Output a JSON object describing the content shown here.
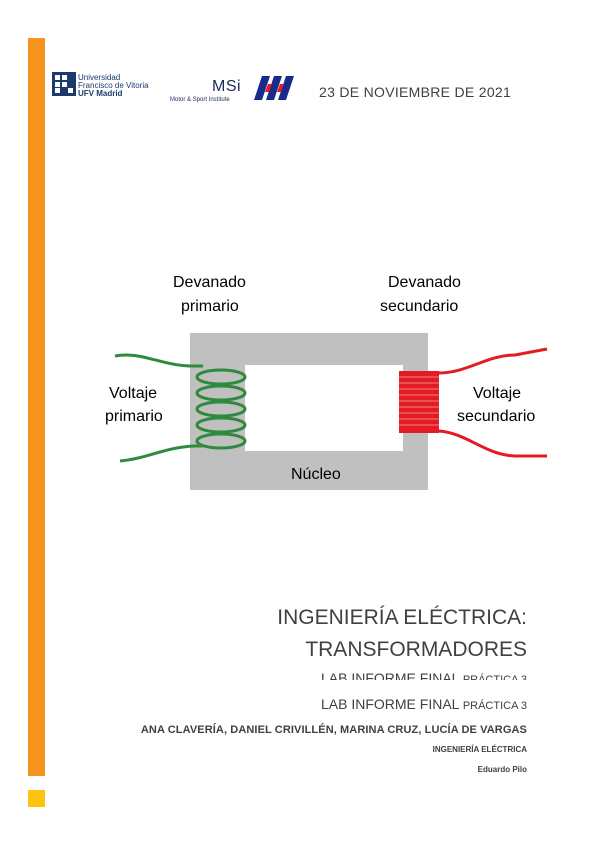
{
  "colors": {
    "accent_bar": "#f7941d",
    "accent_square": "#ffc20e",
    "core": "#c0c0c0",
    "primary_winding": "#2e8b3e",
    "secondary_winding": "#e31b23",
    "ufv_blue": "#1a3a6b"
  },
  "header": {
    "ufv_logo": {
      "line1": "Universidad",
      "line2": "Francisco de Vitoria",
      "line3": "UFV Madrid"
    },
    "msi_logo": {
      "text": "MSi",
      "subtitle": "Motor & Sport Institute"
    },
    "date": "23 DE NOVIEMBRE DE 2021"
  },
  "diagram": {
    "label_primary_winding_1": "Devanado",
    "label_primary_winding_2": "primario",
    "label_secondary_winding_1": "Devanado",
    "label_secondary_winding_2": "secundario",
    "label_voltage_primary_1": "Voltaje",
    "label_voltage_primary_2": "primario",
    "label_voltage_secondary_1": "Voltaje",
    "label_voltage_secondary_2": "secundario",
    "label_core": "Núcleo"
  },
  "title": {
    "line1": "INGENIERÍA ELÉCTRICA:",
    "line2": "TRANSFORMADORES"
  },
  "subtitle": {
    "main": "LAB INFORME FINAL ",
    "small": "PRÁCTICA 3"
  },
  "authors": "ANA CLAVERÍA, DANIEL CRIVILLÉN, MARINA CRUZ, LUCÍA DE VARGAS",
  "organization": "INGENIERÍA ELÉCTRICA",
  "person": "Eduardo Pilo"
}
